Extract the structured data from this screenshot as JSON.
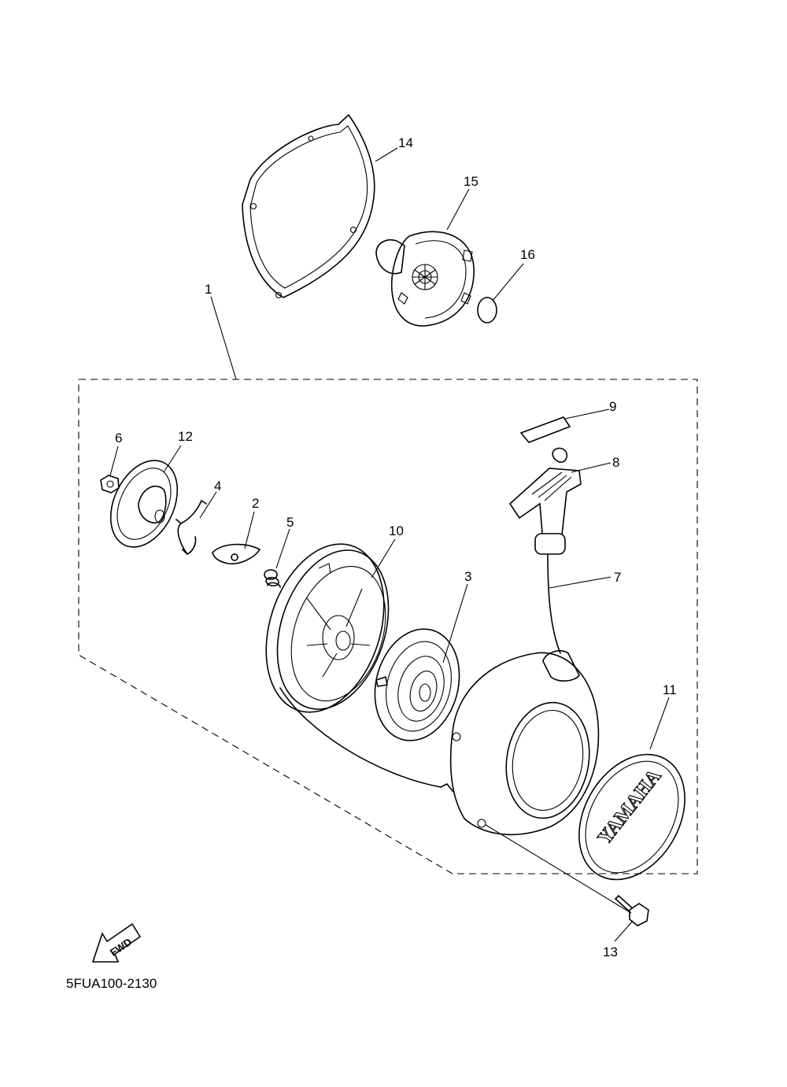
{
  "diagram": {
    "code": "5FUA100-2130",
    "fwd_label": "FWD",
    "brand_text": "YAMAHA",
    "callouts": [
      "1",
      "2",
      "3",
      "4",
      "5",
      "6",
      "7",
      "8",
      "9",
      "10",
      "11",
      "12",
      "13",
      "14",
      "15",
      "16"
    ]
  }
}
